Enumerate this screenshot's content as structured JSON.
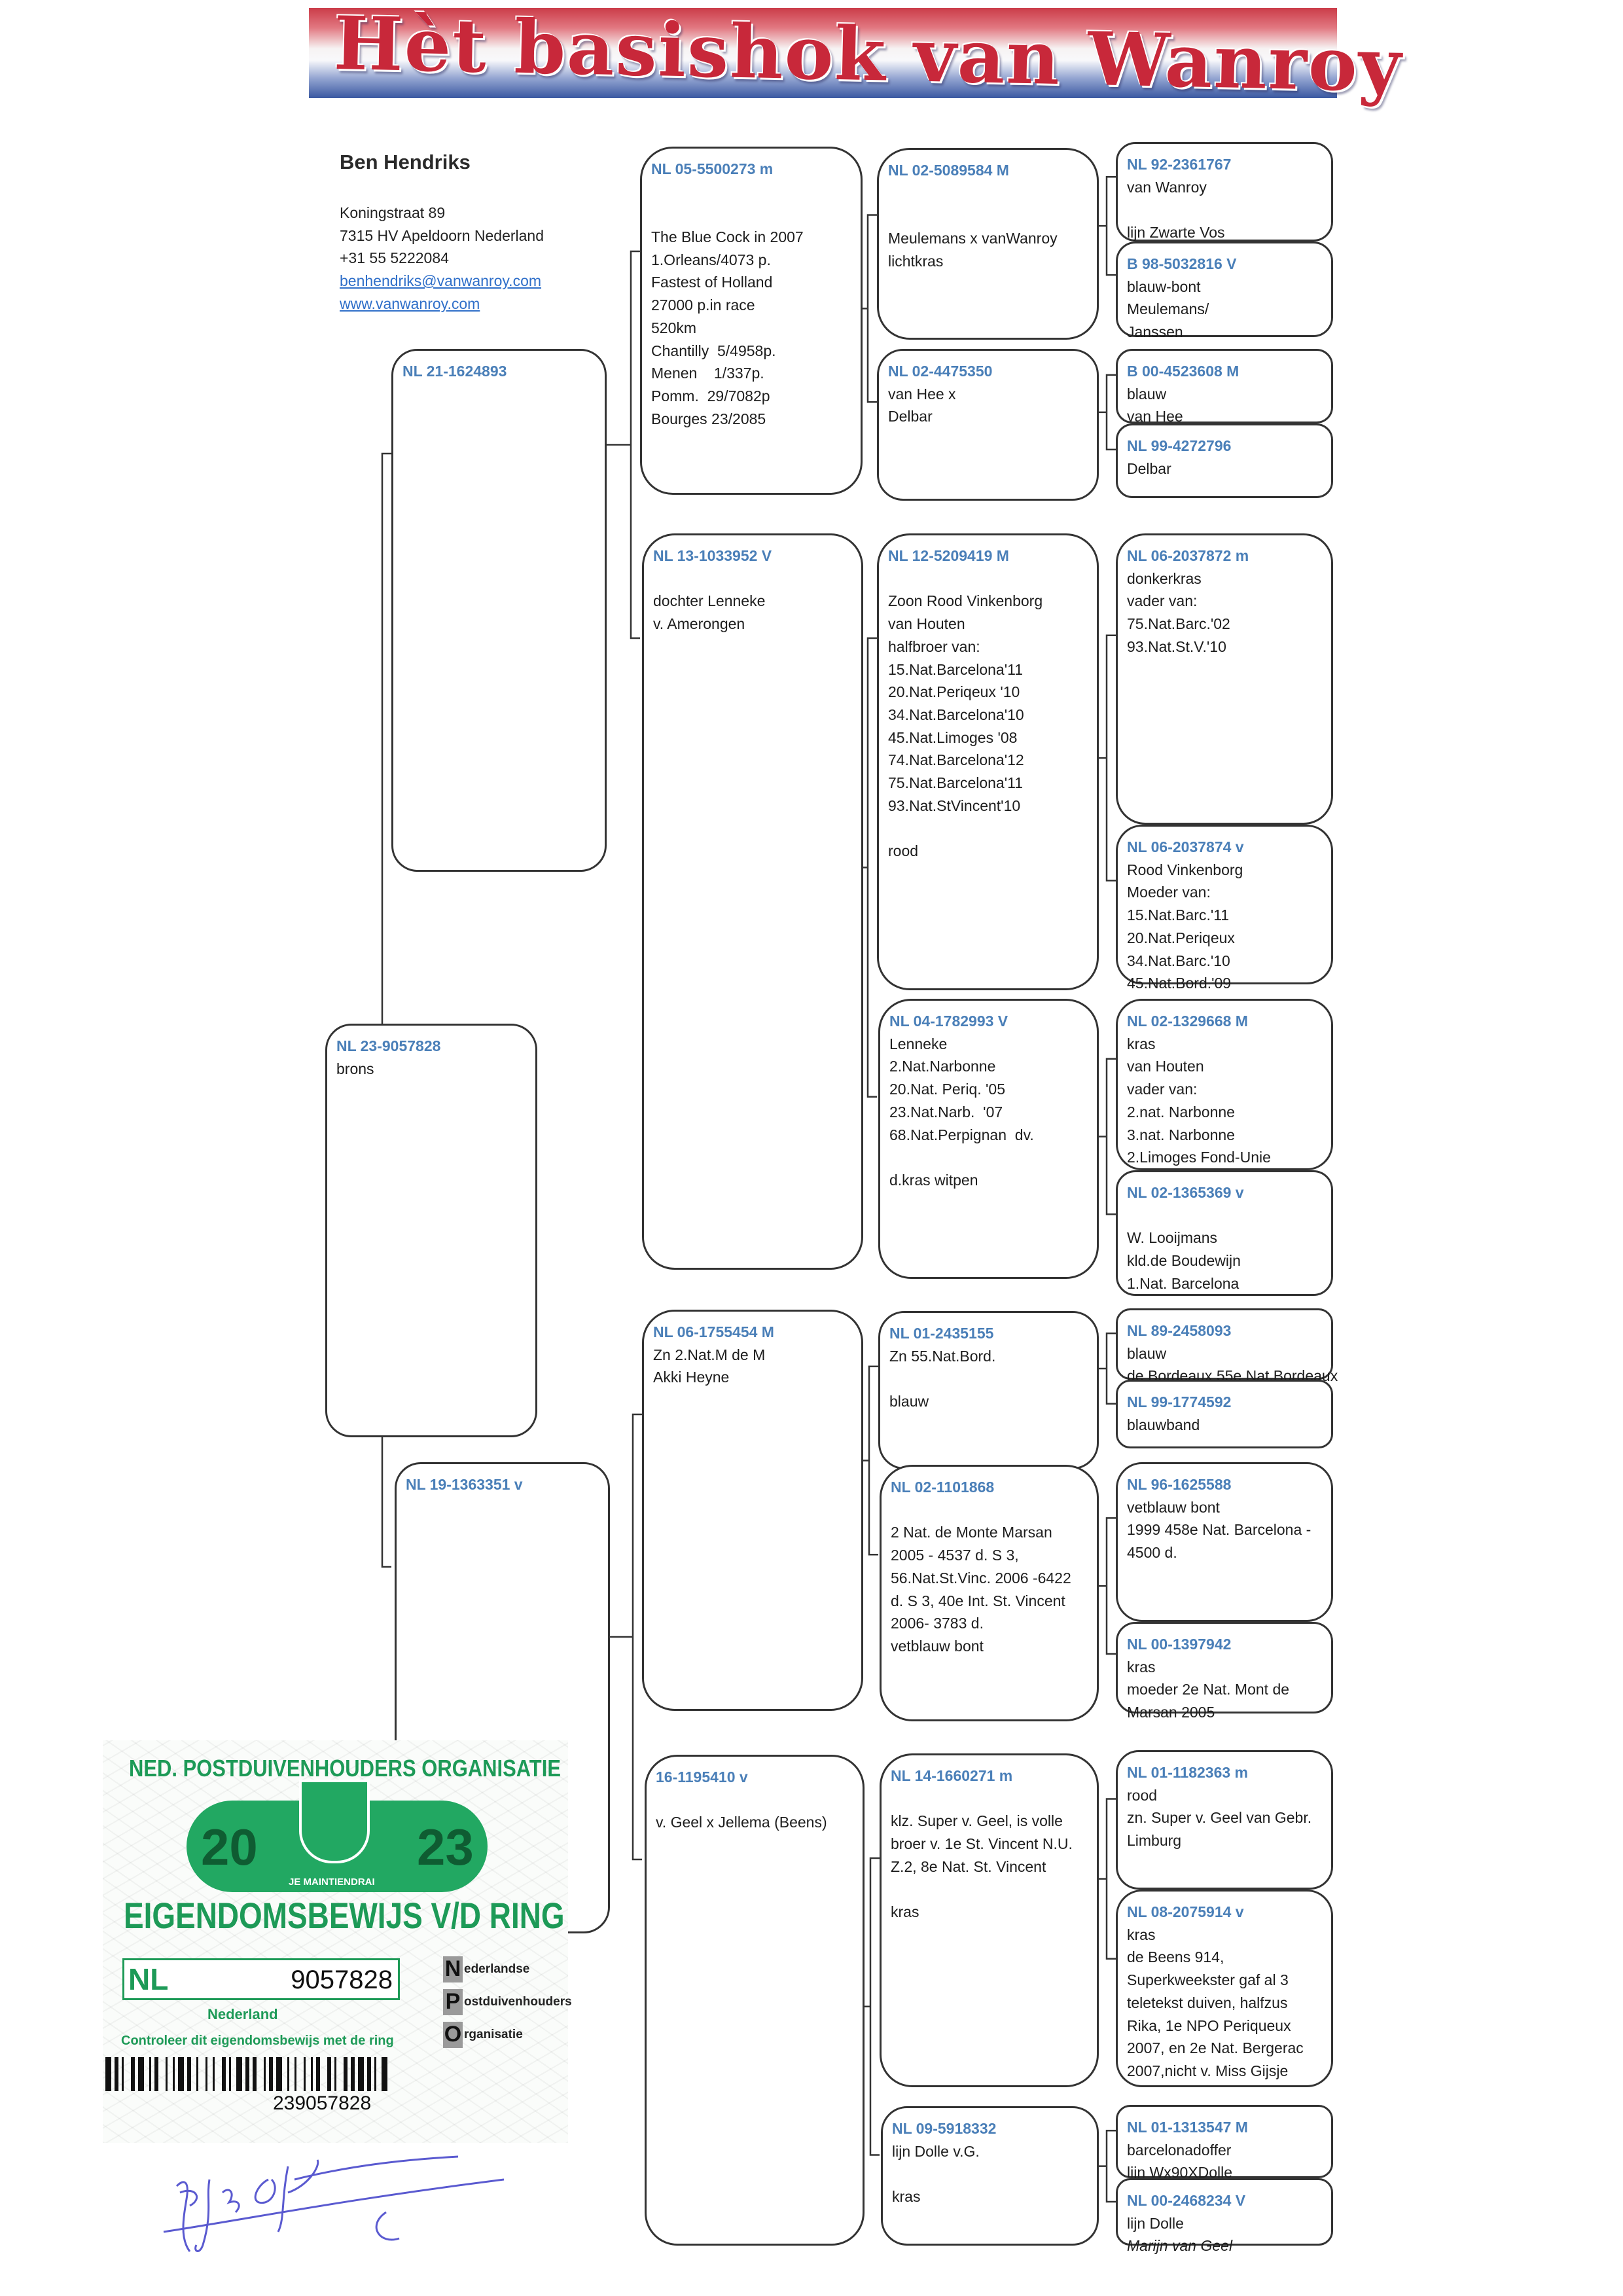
{
  "header": {
    "title": "Hèt basishok van Wanroy"
  },
  "owner": {
    "name": "Ben Hendriks",
    "street": "Koningstraat 89",
    "city": "7315 HV Apeldoorn Nederland",
    "phone": "+31 55 5222084",
    "email": "benhendriks@vanwanroy.com",
    "website": "www.vanwanroy.com"
  },
  "pedigree": {
    "boxes": [
      {
        "ring": "NL 23-9057828",
        "lines": [
          "brons"
        ]
      },
      {
        "ring": "NL 21-1624893",
        "lines": []
      },
      {
        "ring": "NL 19-1363351 v",
        "lines": []
      },
      {
        "ring": "NL 05-5500273 m",
        "lines": [
          "",
          "",
          "The Blue Cock in 2007",
          "1.Orleans/4073 p.",
          "Fastest of Holland",
          "27000 p.in race",
          "520km",
          "Chantilly  5/4958p.",
          "Menen    1/337p.",
          "Pomm.  29/7082p",
          "Bourges 23/2085"
        ]
      },
      {
        "ring": "NL 13-1033952 V",
        "lines": [
          "",
          "dochter Lenneke",
          "v. Amerongen"
        ]
      },
      {
        "ring": "NL 06-1755454 M",
        "lines": [
          "Zn 2.Nat.M de M",
          "Akki Heyne"
        ]
      },
      {
        "ring": "16-1195410 v",
        "lines": [
          "",
          "v. Geel x Jellema (Beens)"
        ]
      },
      {
        "ring": "NL 02-5089584 M",
        "lines": [
          "",
          "",
          "Meulemans x vanWanroy",
          "lichtkras"
        ]
      },
      {
        "ring": "NL 02-4475350",
        "lines": [
          "van Hee x",
          "Delbar"
        ]
      },
      {
        "ring": "NL 12-5209419 M",
        "lines": [
          "",
          "Zoon Rood Vinkenborg",
          "van Houten",
          "halfbroer van:",
          "15.Nat.Barcelona'11",
          "20.Nat.Periqeux '10",
          "34.Nat.Barcelona'10",
          "45.Nat.Limoges '08",
          "74.Nat.Barcelona'12",
          "75.Nat.Barcelona'11",
          "93.Nat.StVincent'10",
          "",
          "rood"
        ]
      },
      {
        "ring": "NL 04-1782993 V",
        "lines": [
          "Lenneke",
          "2.Nat.Narbonne",
          "20.Nat. Periq. '05",
          "23.Nat.Narb.  '07",
          "68.Nat.Perpignan  dv.",
          "",
          "d.kras witpen"
        ]
      },
      {
        "ring": "NL 01-2435155",
        "lines": [
          "Zn 55.Nat.Bord.",
          "",
          "blauw"
        ]
      },
      {
        "ring": "NL 02-1101868",
        "lines": [
          "",
          "2 Nat. de Monte Marsan",
          "2005 - 4537 d. S 3,",
          "56.Nat.St.Vinc. 2006 -6422",
          "d. S 3, 40e Int. St. Vincent",
          "2006- 3783 d.",
          "vetblauw bont"
        ]
      },
      {
        "ring": "NL 14-1660271 m",
        "lines": [
          "",
          "klz. Super v. Geel, is volle",
          "broer v. 1e St. Vincent N.U.",
          "Z.2, 8e Nat. St. Vincent",
          "",
          "kras"
        ]
      },
      {
        "ring": "NL 09-5918332",
        "lines": [
          "lijn Dolle v.G.",
          "",
          "kras"
        ]
      },
      {
        "ring": "NL 92-2361767",
        "lines": [
          "van Wanroy",
          "",
          "lijn Zwarte Vos"
        ]
      },
      {
        "ring": "B 98-5032816 V",
        "lines": [
          "blauw-bont",
          "Meulemans/",
          "Janssen"
        ]
      },
      {
        "ring": "B 00-4523608 M",
        "lines": [
          "blauw",
          "van Hee"
        ]
      },
      {
        "ring": "NL 99-4272796",
        "lines": [
          "Delbar"
        ]
      },
      {
        "ring": "NL 06-2037872 m",
        "lines": [
          "donkerkras",
          "vader van:",
          "75.Nat.Barc.'02",
          "93.Nat.St.V.'10"
        ]
      },
      {
        "ring": "NL 06-2037874 v",
        "lines": [
          "Rood Vinkenborg",
          "Moeder van:",
          "15.Nat.Barc.'11",
          "20.Nat.Periqeux",
          "34.Nat.Barc.'10",
          "45.Nat.Bord.'09"
        ]
      },
      {
        "ring": "NL 02-1329668 M",
        "lines": [
          "kras",
          "van Houten",
          "vader van:",
          "2.nat. Narbonne",
          "3.nat. Narbonne",
          "2.Limoges Fond-Unie"
        ]
      },
      {
        "ring": "NL 02-1365369 v",
        "lines": [
          "",
          "W. Looijmans",
          "kld.de Boudewijn",
          "1.Nat. Barcelona"
        ]
      },
      {
        "ring": "NL 89-2458093",
        "lines": [
          "blauw",
          "de Bordeaux 55e Nat.Bordeaux"
        ]
      },
      {
        "ring": "NL 99-1774592",
        "lines": [
          "blauwband"
        ]
      },
      {
        "ring": "NL 96-1625588",
        "lines": [
          "vetblauw bont",
          "1999 458e Nat. Barcelona -",
          "4500 d."
        ]
      },
      {
        "ring": "NL 00-1397942",
        "lines": [
          "kras",
          "moeder 2e Nat. Mont de",
          "Marsan 2005"
        ]
      },
      {
        "ring": "NL 01-1182363 m",
        "lines": [
          "rood",
          "zn. Super v. Geel van Gebr.",
          "Limburg"
        ]
      },
      {
        "ring": "NL 08-2075914 v",
        "lines": [
          "kras",
          "de Beens 914,",
          "Superkweekster gaf al 3",
          "teletekst duiven, halfzus",
          "Rika, 1e NPO Periqueux",
          "2007, en 2e Nat. Bergerac",
          "2007,nicht v. Miss Gijsje"
        ]
      },
      {
        "ring": "NL 01-1313547 M",
        "lines": [
          "barcelonadoffer",
          "lijn Wx90XDolle"
        ]
      },
      {
        "ring": "NL 00-2468234 V",
        "lines": [
          "lijn Dolle",
          "Marijn van Geel"
        ]
      }
    ]
  },
  "ring_card": {
    "organisation": "NED. POSTDUIVENHOUDERS ORGANISATIE",
    "year_left": "20",
    "year_right": "23",
    "motto": "JE MAINTIENDRAI",
    "title": "EIGENDOMSBEWIJS V/D RING",
    "country_code": "NL",
    "ring_number": "9057828",
    "country": "Nederland",
    "check_text": "Controleer dit eigendomsbewijs met de ring",
    "npo": [
      {
        "letter": "N",
        "rest": "ederlandse"
      },
      {
        "letter": "P",
        "rest": "ostduivenhouders"
      },
      {
        "letter": "O",
        "rest": "rganisatie"
      }
    ],
    "barcode_number": "239057828",
    "colors": {
      "green": "#1d9a57",
      "signature": "#5a5ad0"
    }
  }
}
